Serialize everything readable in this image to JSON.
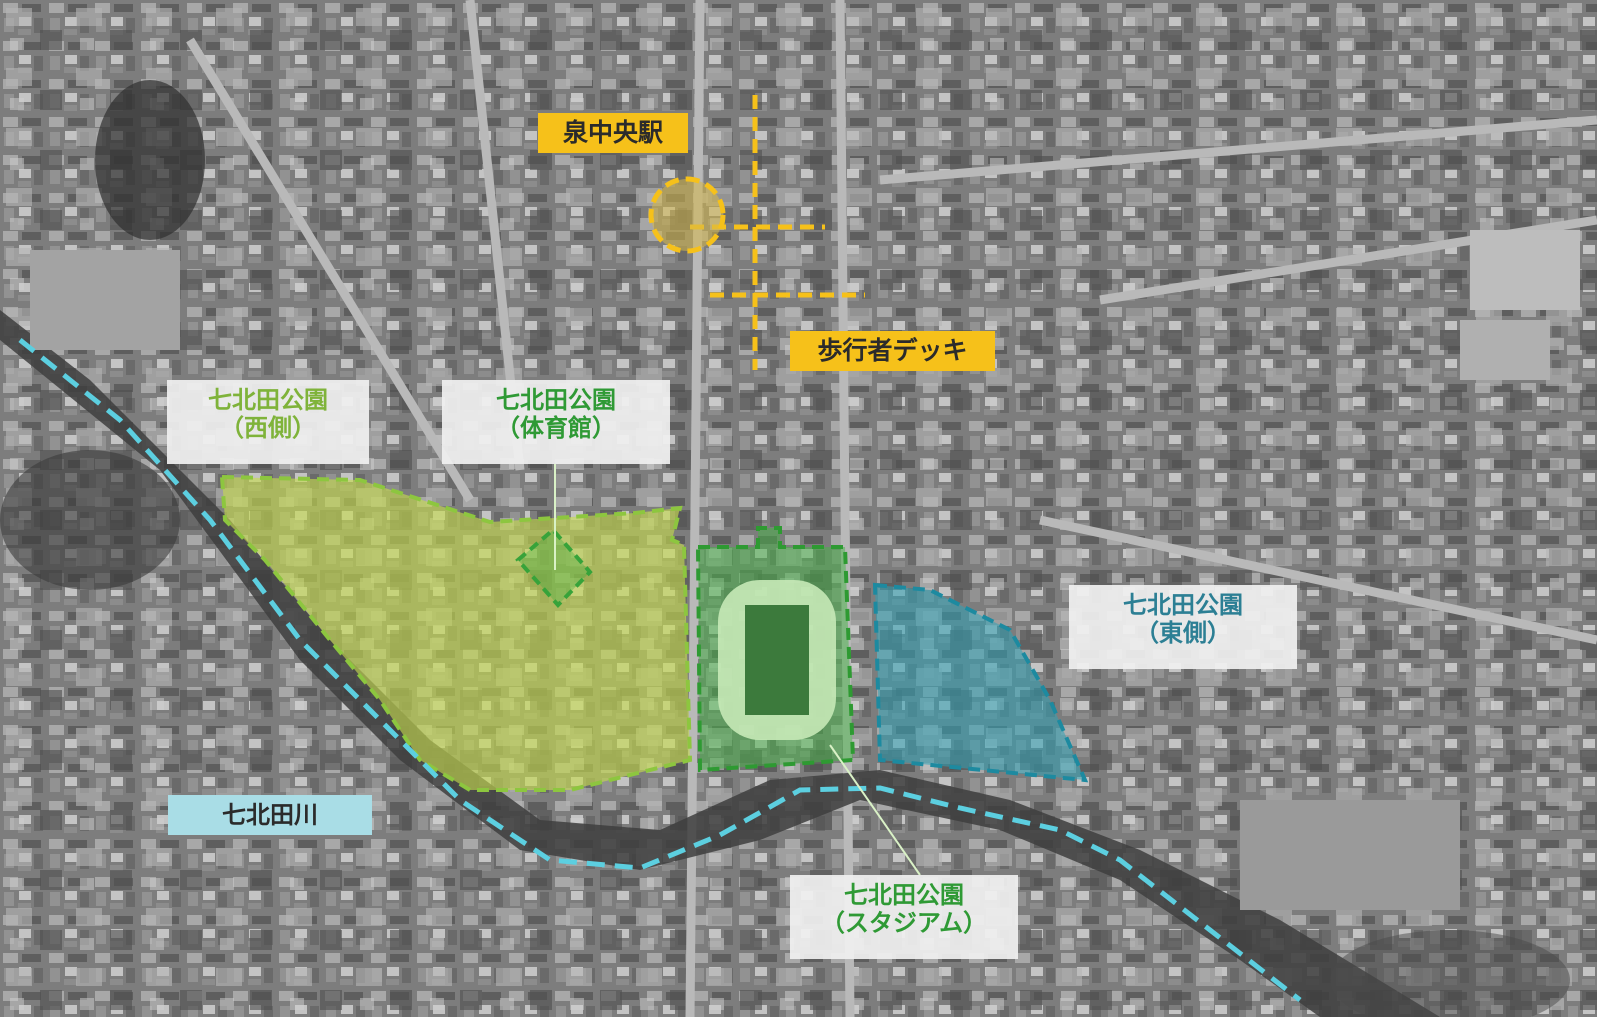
{
  "map": {
    "kind": "aerial photo with overlaid zones",
    "colors": {
      "background": "#8a8a8a",
      "park_west": "#bcd24a",
      "park_gym": "#3fae3f",
      "stadium": "#3fae3f",
      "park_east": "#2fa3b6",
      "river_line": "#5ccfe0",
      "station_deck": "#f6c11a"
    }
  },
  "labels": {
    "station": "泉中央駅",
    "deck": "歩行者デッキ",
    "park_west_line1": "七北田公園",
    "park_west_line2": "（西側）",
    "park_gym_line1": "七北田公園",
    "park_gym_line2": "（体育館）",
    "park_east_line1": "七北田公園",
    "park_east_line2": "（東側）",
    "river": "七北田川",
    "stadium_line1": "七北田公園",
    "stadium_line2": "（スタジアム）"
  }
}
